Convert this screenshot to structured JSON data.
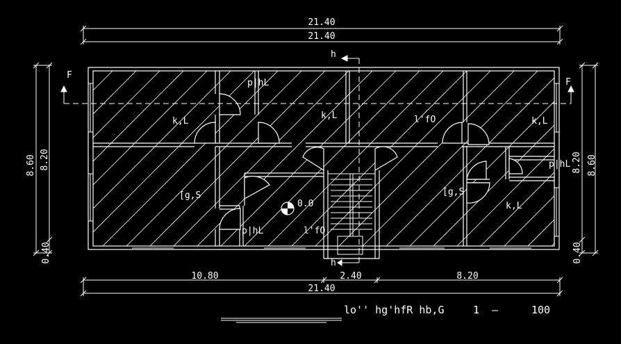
{
  "colors": {
    "background": "#000000",
    "line": "#ffffff"
  },
  "dimensions": {
    "top_overall_1": "21.40",
    "top_overall_2": "21.40",
    "bottom_left": "10.80",
    "bottom_mid": "2.40",
    "bottom_right": "8.20",
    "bottom_overall": "21.40",
    "left_outer": "8.60",
    "left_inner": "8.20",
    "left_small": "0.40",
    "right_outer": "8.60",
    "right_inner": "8.20",
    "right_small": "0.40"
  },
  "section_marks": {
    "h_top": "h",
    "h_bottom": "h",
    "f_left": "F",
    "f_right": "F"
  },
  "level_mark": "0.0",
  "rooms": [
    "k,L",
    "p|hL",
    "k,L",
    "l'fO",
    "k,L",
    "[g,S",
    "p|hL",
    "l'fO",
    "[g,S",
    "p|hL",
    "k,L"
  ],
  "title": {
    "text": "lo''  hg'hfR  hb,G",
    "scale_left": "1",
    "dash": "—",
    "scale_right": "100"
  }
}
